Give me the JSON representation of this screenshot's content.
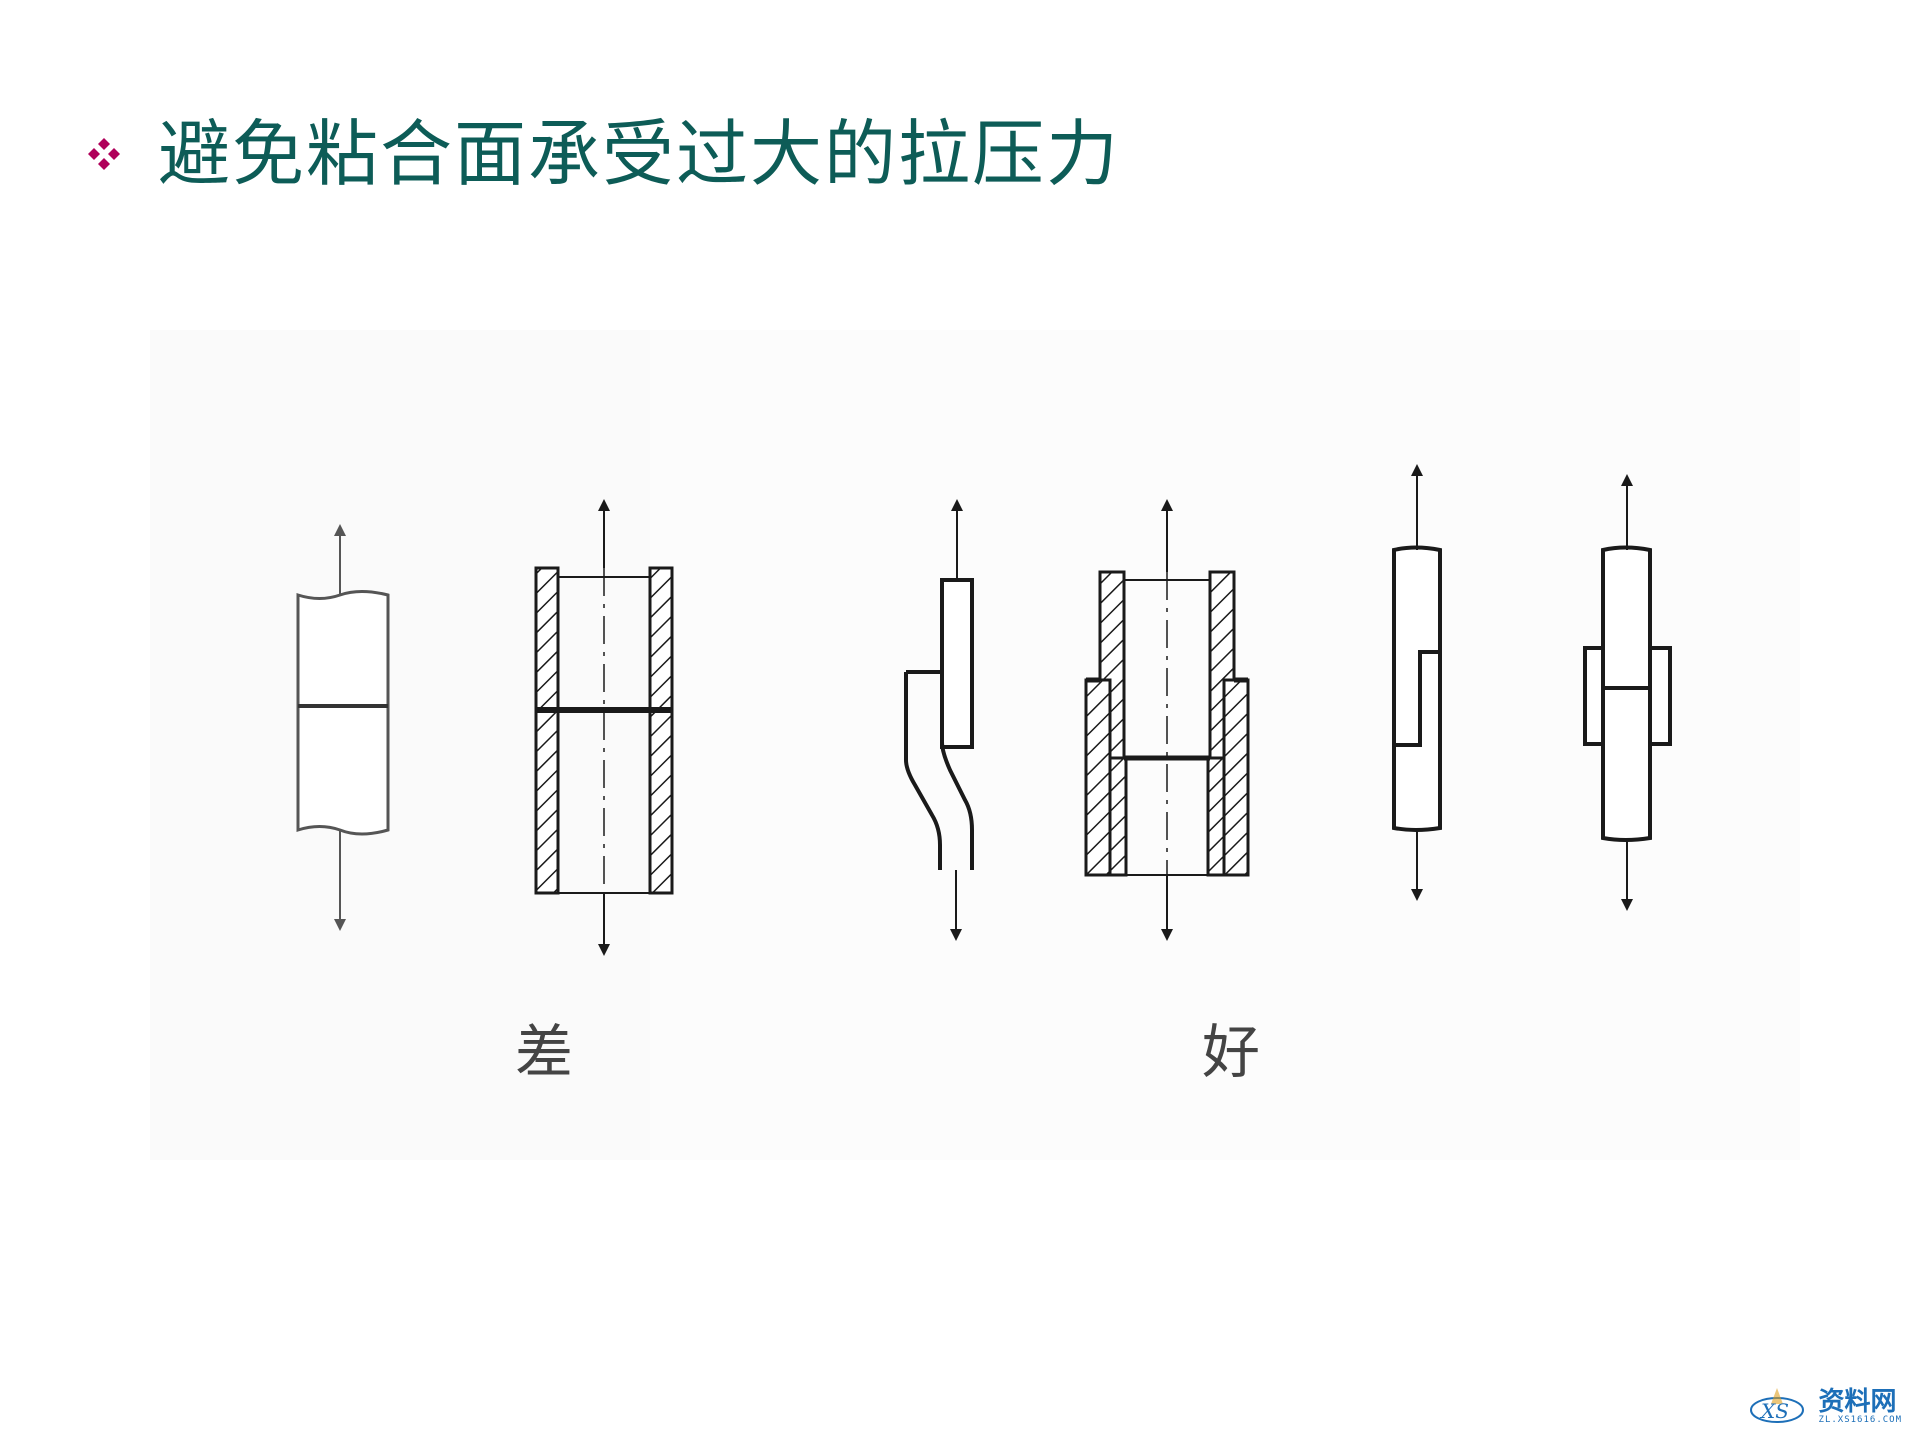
{
  "title": "避免粘合面承受过大的拉压力",
  "captions": {
    "bad": "差",
    "good": "好"
  },
  "watermark": {
    "main": "资料网",
    "sub": "ZL.XS1616.COM"
  },
  "colors": {
    "title": "#0d5c57",
    "bullet": "#b0005a",
    "line": "#1a1a1a"
  },
  "icons": {
    "bullet": "four-diamond-bullet-icon",
    "watermark": "xs-logo-icon"
  }
}
